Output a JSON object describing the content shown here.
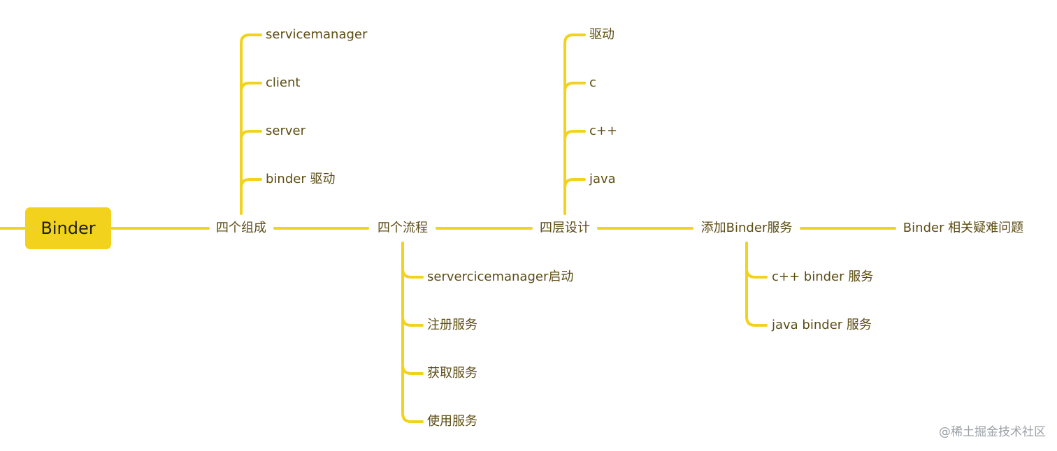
{
  "root": {
    "label": "Binder"
  },
  "main_nodes": [
    {
      "id": "components",
      "label": "四个组成"
    },
    {
      "id": "flows",
      "label": "四个流程"
    },
    {
      "id": "layers",
      "label": "四层设计"
    },
    {
      "id": "add-service",
      "label": "添加Binder服务"
    },
    {
      "id": "issues",
      "label": "Binder 相关疑难问题"
    }
  ],
  "branches": {
    "components": [
      "servicemanager",
      "client",
      "server",
      "binder 驱动"
    ],
    "flows": [
      "servercicemanager启动",
      "注册服务",
      "获取服务",
      "使用服务"
    ],
    "layers": [
      "驱动",
      "c",
      "c++",
      "java"
    ],
    "add_service": [
      "c++ binder 服务",
      "java binder 服务"
    ]
  },
  "watermark": "@稀土掘金技术社区",
  "colors": {
    "line": "#f2d21c",
    "root_fill": "#f2d21c",
    "node_text": "#5c4d14"
  }
}
